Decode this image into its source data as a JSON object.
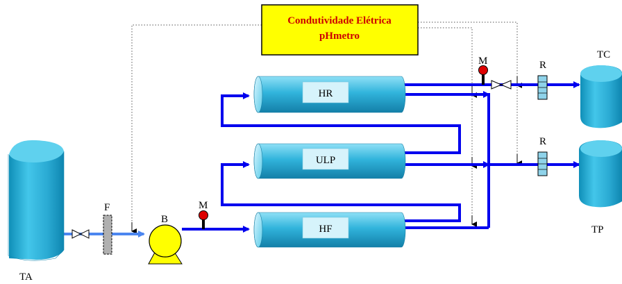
{
  "instrument_box": {
    "line1": "Condutividade Elétrica",
    "line2": "pHmetro"
  },
  "membranes": {
    "hr": "HR",
    "ulp": "ULP",
    "hf": "HF"
  },
  "tanks": {
    "feed": "TA",
    "concentrate": "TC",
    "permeate": "TP"
  },
  "components": {
    "filter": "F",
    "pump": "B",
    "manometer_pump": "M",
    "manometer_concentrate": "M",
    "rotameter_concentrate": "R",
    "rotameter_permeate": "R"
  },
  "colors": {
    "pipe": "#0000ee",
    "pipe_feed": "#4c86f0",
    "vessel": "#29b3d6",
    "box_fill": "#ffff00",
    "box_text": "#cc0000",
    "pump": "#ffff00",
    "manometer": "#dd0000"
  }
}
